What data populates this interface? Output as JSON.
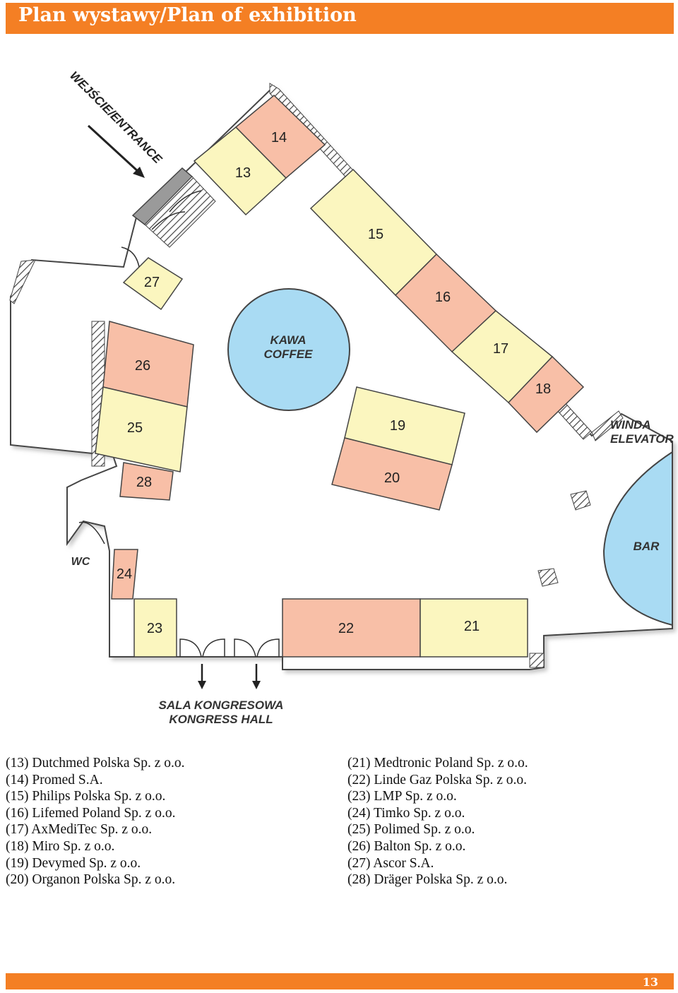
{
  "header": {
    "title": "Plan wystawy/Plan of exhibition"
  },
  "map": {
    "entrance_label": "WEJŚCIE/ENTRANCE",
    "coffee": {
      "line1": "KAWA",
      "line2": "COFFEE"
    },
    "elevator": {
      "line1": "WINDA",
      "line2": "ELEVATOR"
    },
    "bar_label": "BAR",
    "wc_label": "WC",
    "hall": {
      "line1": "SALA KONGRESOWA",
      "line2": "KONGRESS HALL"
    },
    "booths": {
      "b13": "13",
      "b14": "14",
      "b15": "15",
      "b16": "16",
      "b17": "17",
      "b18": "18",
      "b19": "19",
      "b20": "20",
      "b21": "21",
      "b22": "22",
      "b23": "23",
      "b24": "24",
      "b25": "25",
      "b26": "26",
      "b27": "27",
      "b28": "28"
    },
    "colors": {
      "yellow_booth": "#fbf6bf",
      "pink_booth": "#f8bfa7",
      "water_blue": "#a9dbf3",
      "floor": "#ffffff",
      "walls": "#555555"
    }
  },
  "legend": {
    "left": [
      "(13) Dutchmed Polska Sp. z o.o.",
      "(14) Promed S.A.",
      "(15) Philips Polska Sp. z o.o.",
      "(16) Lifemed Poland Sp. z o.o.",
      "(17) AxMediTec Sp. z o.o.",
      "(18) Miro Sp. z o.o.",
      "(19) Devymed Sp. z o.o.",
      "(20) Organon Polska Sp. z o.o."
    ],
    "right": [
      "(21) Medtronic Poland Sp. z o.o.",
      "(22) Linde Gaz Polska Sp. z o.o.",
      "(23) LMP Sp. z o.o.",
      "(24) Timko Sp. z o.o.",
      "(25) Polimed Sp. z o.o.",
      "(26) Balton Sp. z o.o.",
      "(27) Ascor S.A.",
      "(28) Dräger Polska Sp. z o.o."
    ]
  },
  "footer": {
    "page_number": "13"
  }
}
